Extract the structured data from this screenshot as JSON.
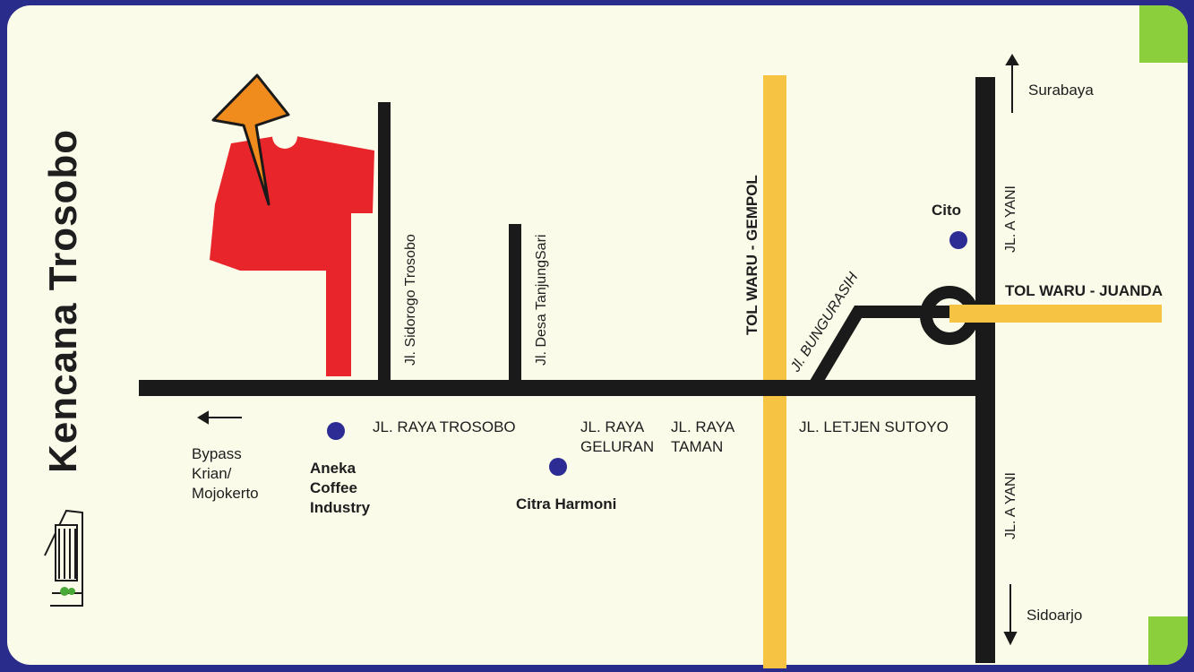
{
  "brand": {
    "title": "Kencana Trosobo",
    "logo_icon": "house-logo-icon"
  },
  "map": {
    "roads_horizontal": [
      {
        "name": "JL. RAYA TROSOBO"
      },
      {
        "name": "JL. RAYA\nGELURAN"
      },
      {
        "name": "JL. RAYA\nTAMAN"
      },
      {
        "name": "JL. LETJEN SUTOYO"
      }
    ],
    "roads_vertical": [
      {
        "name": "Jl. Sidorogo Trosobo"
      },
      {
        "name": "Jl. Desa TanjungSari"
      },
      {
        "name": "JL. A YANI",
        "side": "north"
      },
      {
        "name": "JL. A YANI",
        "side": "south"
      }
    ],
    "diagonal_road": "Jl. BUNGURASIH",
    "toll_roads": [
      {
        "name": "TOL WARU - GEMPOL"
      },
      {
        "name": "TOL WARU - JUANDA"
      }
    ],
    "directions": [
      {
        "label": "Bypass\nKrian/\nMojokerto",
        "arrow": "left-arrow-icon"
      },
      {
        "label": "Surabaya",
        "arrow": "up-arrow-icon"
      },
      {
        "label": "Sidoarjo",
        "arrow": "down-arrow-icon"
      }
    ],
    "landmarks": [
      {
        "name": "Aneka\nCoffee\nIndustry"
      },
      {
        "name": "Citra Harmoni"
      },
      {
        "name": "Cito"
      }
    ],
    "location_marker_icon": "orange-arrow-icon"
  },
  "colors": {
    "card_background": "#fbfbe9",
    "frame": "#2a2c8c",
    "road": "#1a1a1a",
    "toll": "#f7c342",
    "site": "#e8252a",
    "marker": "#f08c1e",
    "landmark_dot": "#2c2c94",
    "accent_green": "#8bcf3c"
  }
}
